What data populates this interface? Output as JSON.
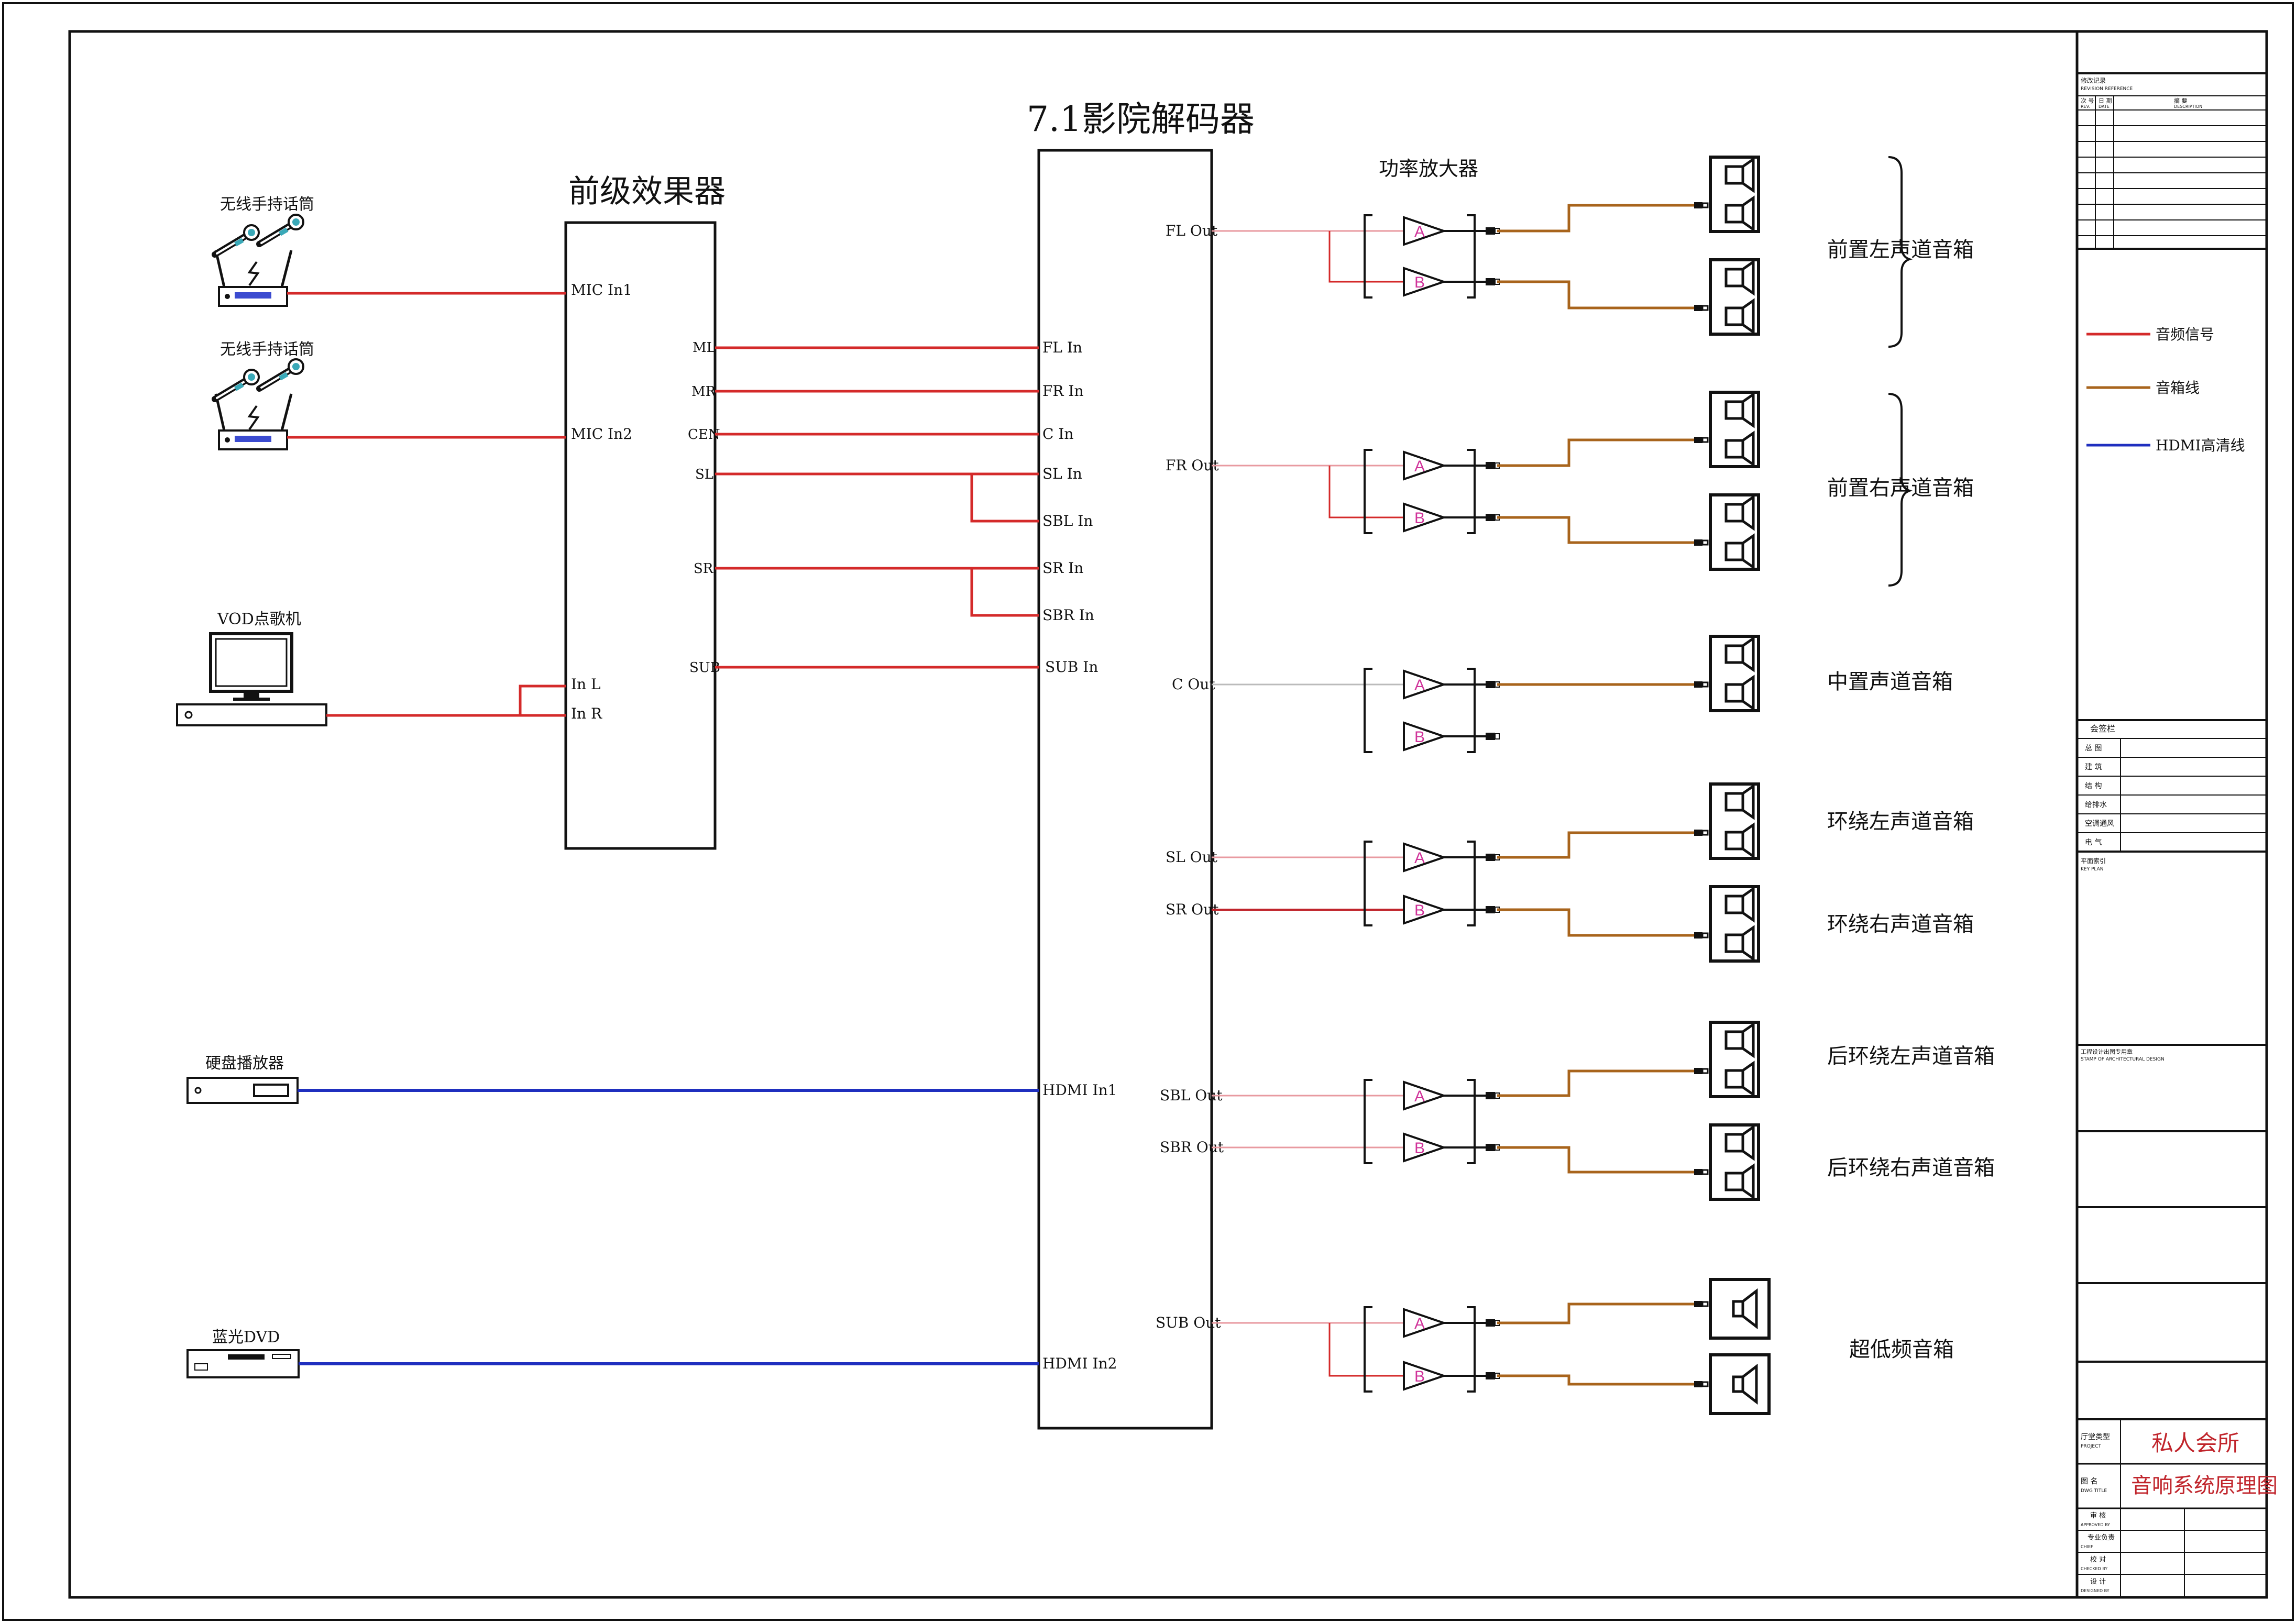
{
  "title_decoder": "7.1影院解码器",
  "title_pre": "前级效果器",
  "title_amp": "功率放大器",
  "mic1_label": "无线手持话筒",
  "mic2_label": "无线手持话筒",
  "vod_label": "VOD点歌机",
  "hdd_label": "硬盘播放器",
  "dvd_label": "蓝光DVD",
  "pre_in": [
    "MIC In1",
    "MIC In2",
    "In L",
    "In R"
  ],
  "pre_out": [
    "ML",
    "MR",
    "CEN",
    "SL",
    "SR",
    "SUB"
  ],
  "dec_in": [
    "FL In",
    "FR In",
    "C In",
    "SL In",
    "SBL In",
    "SR In",
    "SBR In",
    "SUB In",
    "HDMI In1",
    "HDMI In2"
  ],
  "dec_out": [
    "FL Out",
    "FR Out",
    "C Out",
    "SL Out",
    "SR Out",
    "SBL Out",
    "SBR Out",
    "SUB Out"
  ],
  "amp_ch": [
    "A",
    "B"
  ],
  "speakers": [
    "前置左声道音箱",
    "前置右声道音箱",
    "中置声道音箱",
    "环绕左声道音箱",
    "环绕右声道音箱",
    "后环绕左声道音箱",
    "后环绕右声道音箱",
    "超低频音箱"
  ],
  "legend": [
    {
      "label": "音频信号",
      "color": "#d42a2a"
    },
    {
      "label": "音箱线",
      "color": "#a8641c"
    },
    {
      "label": "HDMI高清线",
      "color": "#1f2fbf"
    }
  ],
  "colors": {
    "audio": "#d42a2a",
    "speaker": "#a8641c",
    "hdmi": "#1f2fbf",
    "faint": "#e89aa0",
    "channel": "#d0339a"
  },
  "tb": {
    "rev_title": "修改记录",
    "rev_title_en": "REVISION REFERENCE",
    "rev_cols": [
      "次 号",
      "日 期",
      "摘    要"
    ],
    "rev_cols_en": [
      "REV.",
      "DATE",
      "DESCRIPTION"
    ],
    "sign_title": "会签栏",
    "sign_rows": [
      "总  图",
      "建  筑",
      "结  构",
      "给排水",
      "空调通风",
      "电  气"
    ],
    "keyplan": "平面索引",
    "keyplan_en": "KEY PLAN",
    "stamp": "工程设计出图专用章",
    "stamp_en": "STAMP OF ARCHITECTURAL DESIGN",
    "project_label": "厅堂类型",
    "project_label_en": "PROJECT",
    "project_value": "私人会所",
    "drawing_label": "图    名",
    "drawing_label_en": "DWG TITLE",
    "drawing_value": "音响系统原理图",
    "roles": [
      {
        "cn": "审  核",
        "en": "APPROVED BY"
      },
      {
        "cn": "专业负责",
        "en": "CHIEF"
      },
      {
        "cn": "校  对",
        "en": "CHECKED BY"
      },
      {
        "cn": "设  计",
        "en": "DESIGNED BY"
      }
    ]
  }
}
